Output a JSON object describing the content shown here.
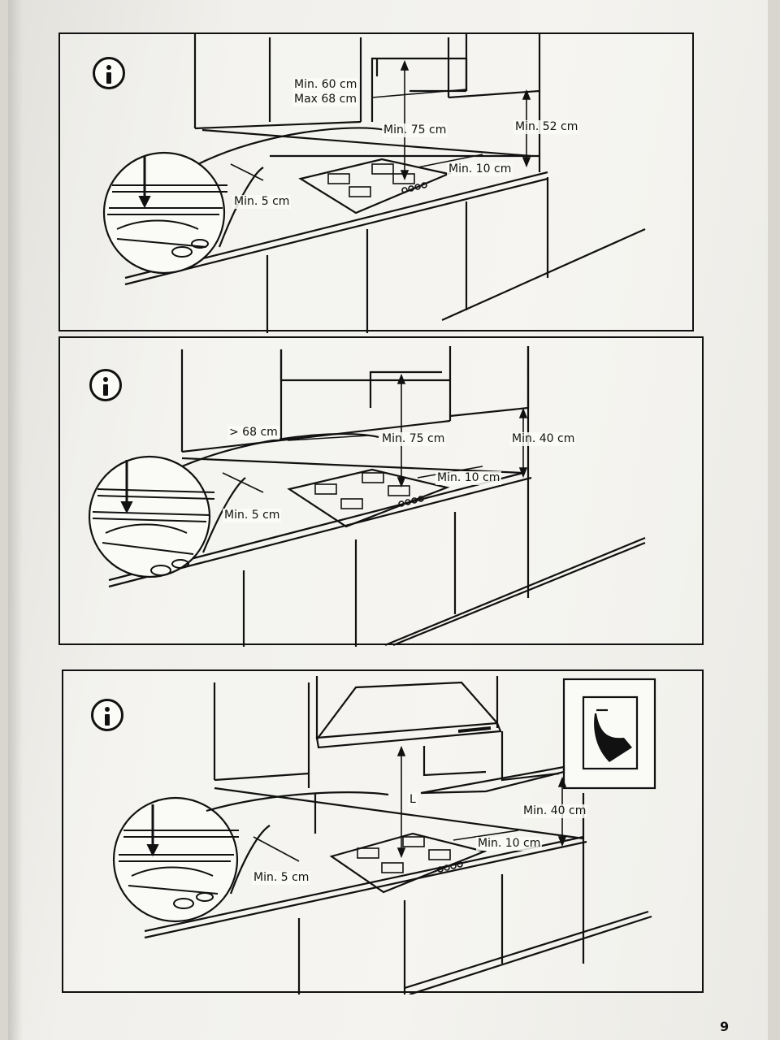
{
  "panel1": {
    "label_min60": "Min. 60 cm",
    "label_max68": "Max 68 cm",
    "label_min75": "Min. 75 cm",
    "label_min52": "Min. 52 cm",
    "label_min10": "Min. 10 cm",
    "label_min5": "Min. 5 cm"
  },
  "panel2": {
    "label_gt68": "> 68 cm",
    "label_min75": "Min. 75 cm",
    "label_min40": "Min. 40 cm",
    "label_min10": "Min. 10 cm",
    "label_min5": "Min. 5 cm"
  },
  "panel3": {
    "label_L": "L",
    "label_min40": "Min. 40 cm",
    "label_min10": "Min. 10 cm",
    "label_min5": "Min. 5 cm"
  },
  "page_number": "9"
}
